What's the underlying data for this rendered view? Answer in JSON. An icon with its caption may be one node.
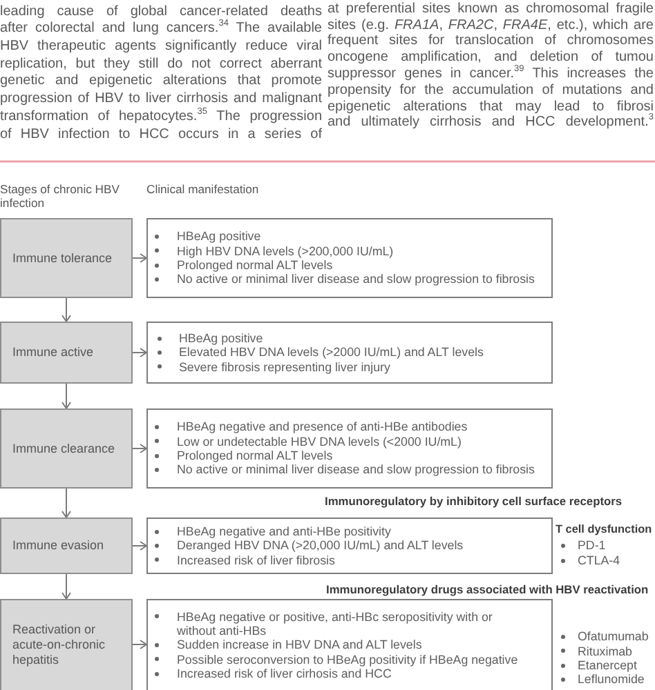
{
  "diagram": {
    "nodes": [
      {
        "text": [
          "Immune tolerance"
        ]
      },
      {
        "text": [
          "HBeAg positive",
          "High HBV DNA levels (>200,000 IU/mL)",
          "Prolonged normal ALT levels",
          "No active or minimal liver disease and slow progression to fibrosis"
        ]
      },
      {
        "text": [
          "Immune active"
        ]
      },
      {
        "text": [
          "HBeAg positive",
          "Elevated HBV DNA levels (>2000 IU/mL) and ALT levels",
          "Severe fibrosis representing liver injury"
        ]
      },
      {
        "text": [
          "Immune clearance"
        ]
      },
      {
        "text": [
          "HBeAg negative and presence of anti-HBe antibodies",
          "Low or undetectable HBV DNA levels (<2000 IU/mL)",
          "Prolonged normal ALT levels",
          "No active or minimal liver disease and slow progression to fibrosis"
        ]
      },
      {
        "text": [
          "Immune evasion"
        ]
      },
      {
        "text": [
          "HBeAg negative and anti-HBe positivity",
          "Deranged HBV DNA (>20,000 IU/mL) and ALT levels",
          "Increased risk of liver fibrosis"
        ]
      },
      {
        "text": [
          "Reactivation or acute-on-chronic hepatitis"
        ]
      },
      {
        "text": [
          "HBeAg negative or positive, anti-HBc seropositivity with or without anti-HBs",
          "Sudden increase in HBV DNA and ALT levels",
          "Possible seroconversion to HBeAg positivity if HBeAg negative",
          "Increased risk of liver cirhosis and HCC"
        ]
      }
    ],
    "edges": [
      {
        "from": 0,
        "to": 1,
        "arrow": "to"
      },
      {
        "from": 0,
        "to": 2,
        "arrow": "to"
      },
      {
        "from": 2,
        "to": 3,
        "arrow": "to"
      },
      {
        "from": 2,
        "to": 4,
        "arrow": "to"
      },
      {
        "from": 4,
        "to": 5,
        "arrow": "to"
      },
      {
        "from": 4,
        "to": 6,
        "arrow": "to"
      },
      {
        "from": 6,
        "to": 7,
        "arrow": "to"
      },
      {
        "from": 6,
        "to": 8,
        "arrow": "to"
      },
      {
        "from": 8,
        "to": 9,
        "arrow": "to"
      }
    ],
    "labels": [
      "leading cause of global cancer-related deaths after colorectal and lung cancers.$^{34}$ The available HBV therapeutic agents significantly reduce viral replication, but they still do not correct aberrant genetic and epigenetic alterations that promote progression of HBV to liver cirrhosis and malignant transformation of hepatocytes.$^{35}$ The progression of HBV infection to HCC occurs in a series of",
      "at preferential sites known as chromosomal fragile sites (e.g. *FRA1A*, *FRA2C*, *FRA4E*, etc.), which are frequent sites for translocation of chromosomes oncogene amplification, and deletion of tumou suppressor genes in cancer.$^{39}$ This increases the propensity for the accumulation of mutations and epigenetic alterations that may lead to fibrosi and ultimately cirrhosis and HCC development.$^{3}$",
      "Stages of chronic HBV infection",
      "Clinical manifestation",
      "Immunoregulatory by inhibitory cell surface receptors",
      "T cell dysfunction",
      "PD-1",
      "CTLA-4",
      "Immunoregulatory drugs associated with HBV reactivation",
      "Ofatumumab",
      "Rituximab",
      "Etanercept",
      "Leflunomide"
    ]
  }
}
